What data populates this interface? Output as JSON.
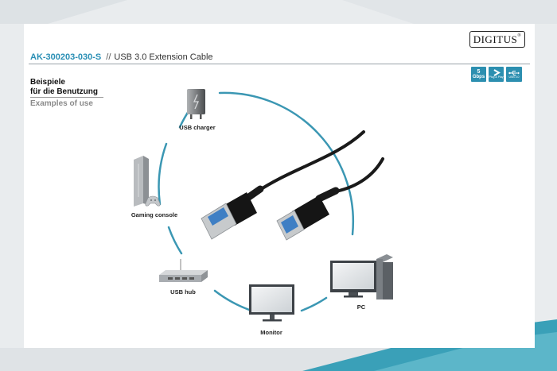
{
  "header": {
    "product_code": "AK-300203-030-S",
    "separator": "//",
    "product_name": "USB 3.0 Extension Cable"
  },
  "brand": {
    "name": "DIGITUS",
    "mark": "®"
  },
  "badges": [
    {
      "top": "5",
      "bottom": "Gbps"
    },
    {
      "top": "Plug & Play"
    },
    {
      "top": "USB 3.0"
    }
  ],
  "section": {
    "title_de_line1": "Beispiele",
    "title_de_line2": "für die Benutzung",
    "title_en": "Examples of use"
  },
  "devices": {
    "usb_charger": "USB charger",
    "gaming_console": "Gaming console",
    "usb_hub": "USB hub",
    "monitor": "Monitor",
    "pc": "PC"
  },
  "colors": {
    "accent": "#2a8fb5",
    "ring": "#3b97b3",
    "cable": "#1a1a1a",
    "usb_blue": "#3f7fc4",
    "background": "#e9ecee"
  }
}
